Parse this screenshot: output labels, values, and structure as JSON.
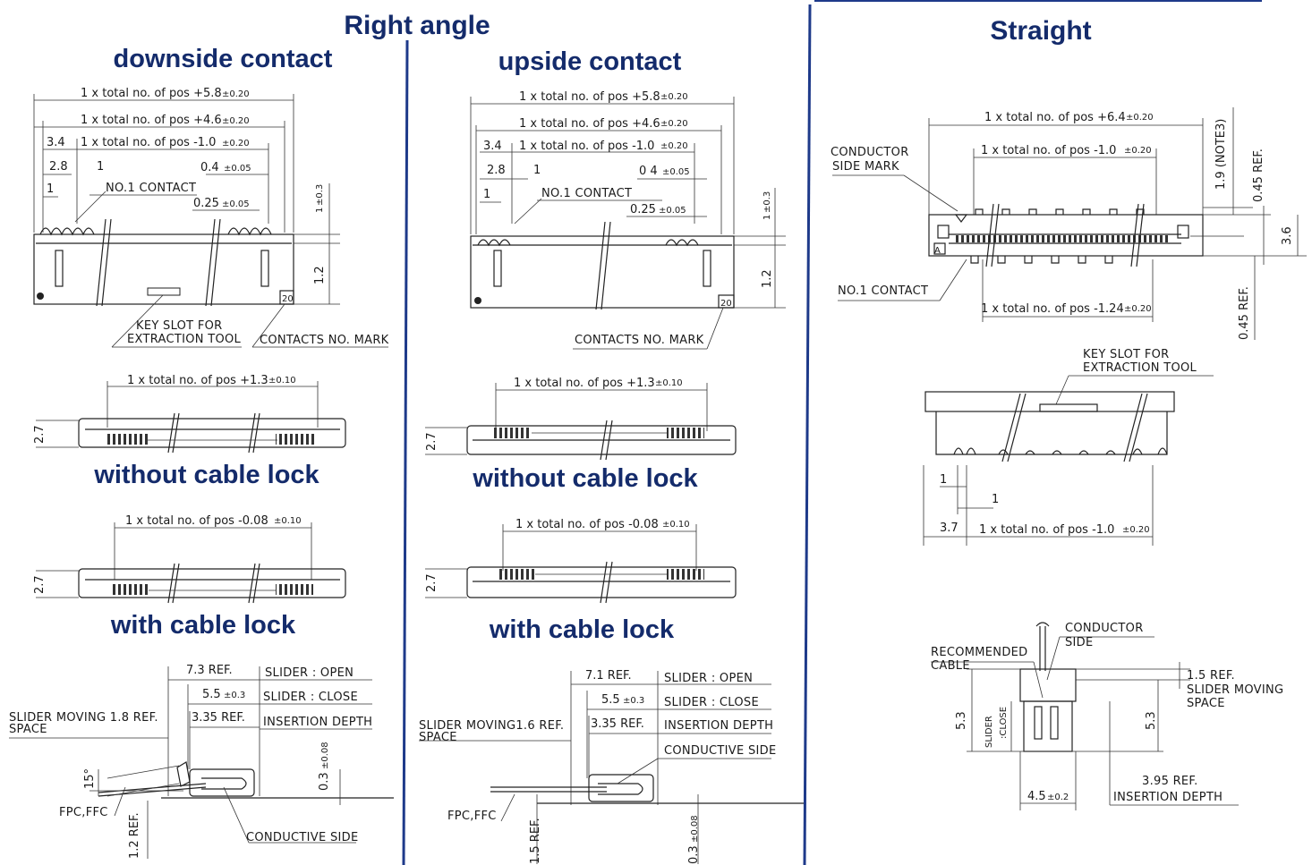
{
  "colors": {
    "divider": "#1e3a8a",
    "title": "#142b6b",
    "line": "#222222"
  },
  "right_angle": {
    "title": "Right angle",
    "downside": {
      "subtitle": "downside contact",
      "dims": {
        "d1": "1 x total no. of pos +5.8",
        "t1": "±0.20",
        "d2": "1 x total no. of pos +4.6",
        "t2": "±0.20",
        "d3": "1 x total no. of pos -1.0",
        "t3": "±0.20",
        "v34": "3.4",
        "v28": "2.8",
        "v1a": "1",
        "v1b": "1",
        "v04": "0.4",
        "t04": "±0.05",
        "v025": "0.25",
        "t025": "±0.05",
        "v1h": "1",
        "t1h": "±0.3",
        "v12": "1.2",
        "n20": "20"
      },
      "no1_contact": "NO.1 CONTACT",
      "key_slot_1": "KEY SLOT FOR",
      "key_slot_2": "EXTRACTION TOOL",
      "contacts_mark": "CONTACTS NO. MARK",
      "without_lock": {
        "dim": "1 x total no. of pos +1.3",
        "tol": "±0.10",
        "h": "2.7",
        "label": "without cable lock"
      },
      "with_lock": {
        "dim": "1 x total no. of pos -0.08",
        "tol": "±0.10",
        "h": "2.7",
        "label": "with cable lock"
      },
      "slider": {
        "r1": "7.3 REF.",
        "r1l": "SLIDER : OPEN",
        "r2": "5.5",
        "r2t": "±0.3",
        "r2l": "SLIDER : CLOSE",
        "r3": "3.35 REF.",
        "r3l": "INSERTION DEPTH",
        "moving_1": "SLIDER MOVING 1.8 REF.",
        "moving_2": "SPACE",
        "angle": "15°",
        "fpc": "FPC,FFC",
        "h12": "1.2 REF.",
        "h03": "0.3",
        "h03t": "±0.08",
        "conductive": "CONDUCTIVE SIDE"
      }
    },
    "upside": {
      "subtitle": "upside contact",
      "dims": {
        "d1": "1 x total no. of pos +5.8",
        "t1": "±0.20",
        "d2": "1 x total no. of pos +4.6",
        "t2": "±0.20",
        "d3": "1 x total no. of pos -1.0",
        "t3": "±0.20",
        "v34": "3.4",
        "v28": "2.8",
        "v1a": "1",
        "v1b": "1",
        "v04": "0 4",
        "t04": "±0.05",
        "v025": "0.25",
        "t025": "±0.05",
        "v1h": "1",
        "t1h": "±0.3",
        "v12": "1.2",
        "n20": "20"
      },
      "no1_contact": "NO.1 CONTACT",
      "contacts_mark": "CONTACTS NO. MARK",
      "without_lock": {
        "dim": "1 x total no. of pos +1.3",
        "tol": "±0.10",
        "h": "2.7",
        "label": "without cable lock"
      },
      "with_lock": {
        "dim": "1 x total no. of pos -0.08",
        "tol": "±0.10",
        "h": "2.7",
        "label": "with cable lock"
      },
      "slider": {
        "r1": "7.1 REF.",
        "r1l": "SLIDER : OPEN",
        "r2": "5.5",
        "r2t": "±0.3",
        "r2l": "SLIDER : CLOSE",
        "r3": "3.35 REF.",
        "r3l": "INSERTION DEPTH",
        "r4l": "CONDUCTIVE SIDE",
        "moving_1": "SLIDER MOVING1.6 REF.",
        "moving_2": "SPACE",
        "fpc": "FPC,FFC",
        "h15": "1.5 REF.",
        "h03": "0.3",
        "h03t": "±0.08"
      }
    }
  },
  "straight": {
    "title": "Straight",
    "dims": {
      "d1": "1 x total no. of pos +6.4",
      "t1": "±0.20",
      "d2": "1 x total no. of pos -1.0",
      "t2": "±0.20",
      "d3": "1 x total no. of pos -1.24",
      "t3": "±0.20",
      "note3": "1.9 (NOTE3)",
      "ref045a": "0.45 REF.",
      "h36": "3.6",
      "ref045b": "0.45 REF.",
      "a": "A"
    },
    "conductor_mark_1": "CONDUCTOR",
    "conductor_mark_2": "SIDE MARK",
    "no1_contact": "NO.1 CONTACT",
    "key_slot_1": "KEY SLOT FOR",
    "key_slot_2": "EXTRACTION TOOL",
    "front": {
      "v1a": "1",
      "v1b": "1",
      "v37": "3.7",
      "dim": "1 x total no. of pos -1.0",
      "tol": "±0.20"
    },
    "side": {
      "cond_1": "CONDUCTOR",
      "cond_2": "SIDE",
      "rec_1": "RECOMMENDED",
      "rec_2": "CABLE",
      "ref15": "1.5 REF.",
      "moving_1": "SLIDER MOVING",
      "moving_2": "SPACE",
      "h53a": "5.3",
      "slider_1": "SLIDER",
      "slider_2": ":CLOSE",
      "h53b": "5.3",
      "w45": "4.5",
      "w45t": "±0.2",
      "ins_1": "3.95 REF.",
      "ins_2": "INSERTION DEPTH"
    }
  }
}
